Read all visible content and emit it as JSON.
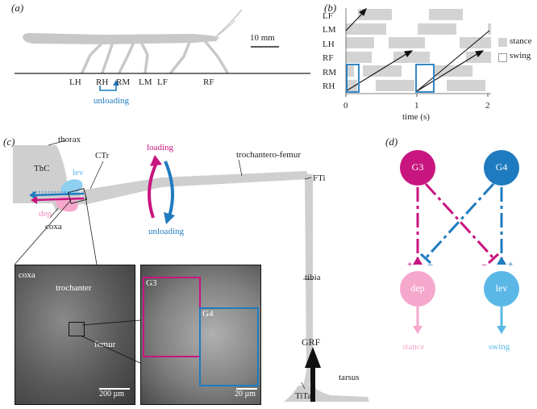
{
  "panel_a": {
    "tag": "(a)",
    "scale": "10 mm",
    "legs": [
      "LH",
      "RH",
      "RM",
      "LM",
      "LF",
      "RF"
    ],
    "unloading": "unloading"
  },
  "panel_b": {
    "tag": "(b)",
    "rows": [
      "LF",
      "LM",
      "LH",
      "RF",
      "RM",
      "RH"
    ],
    "xticks": [
      "0",
      "1",
      "2"
    ],
    "xlabel": "time (s)",
    "legend": {
      "stance": "stance",
      "swing": "swing"
    },
    "colors": {
      "stance": "#d3d3d3",
      "highlight": "#1f7bbf"
    }
  },
  "panel_c": {
    "tag": "(c)",
    "thorax": "thorax",
    "ThC": "ThC",
    "CTr": "CTr",
    "lev": "lev",
    "dep": "dep",
    "coxa": "coxa",
    "loading": "loading",
    "unloading": "unloading",
    "trochantero_femur": "trochantero-femur",
    "FTi": "FTi",
    "tibia": "tibia",
    "GRF": "GRF",
    "TiTa": "TiTa",
    "tarsus": "tarsus",
    "sem_left": {
      "coxa": "coxa",
      "trochanter": "trochanter",
      "femur": "femur",
      "scale": "200 µm"
    },
    "sem_right": {
      "G3": "G3",
      "G4": "G4",
      "scale": "20 µm"
    },
    "colors": {
      "magenta": "#c8157f",
      "blue": "#1f7bbf",
      "lev": "#8fd0f0",
      "dep": "#f5a8cc"
    }
  },
  "panel_d": {
    "tag": "(d)",
    "G3": "G3",
    "G4": "G4",
    "dep": "dep",
    "lev": "lev",
    "stance": "stance",
    "swing": "swing",
    "plus": "+",
    "minus": "–",
    "colors": {
      "G3": "#c8157f",
      "G4": "#1f7bbf",
      "dep": "#f5a8cc",
      "lev": "#5bb8e6"
    }
  }
}
